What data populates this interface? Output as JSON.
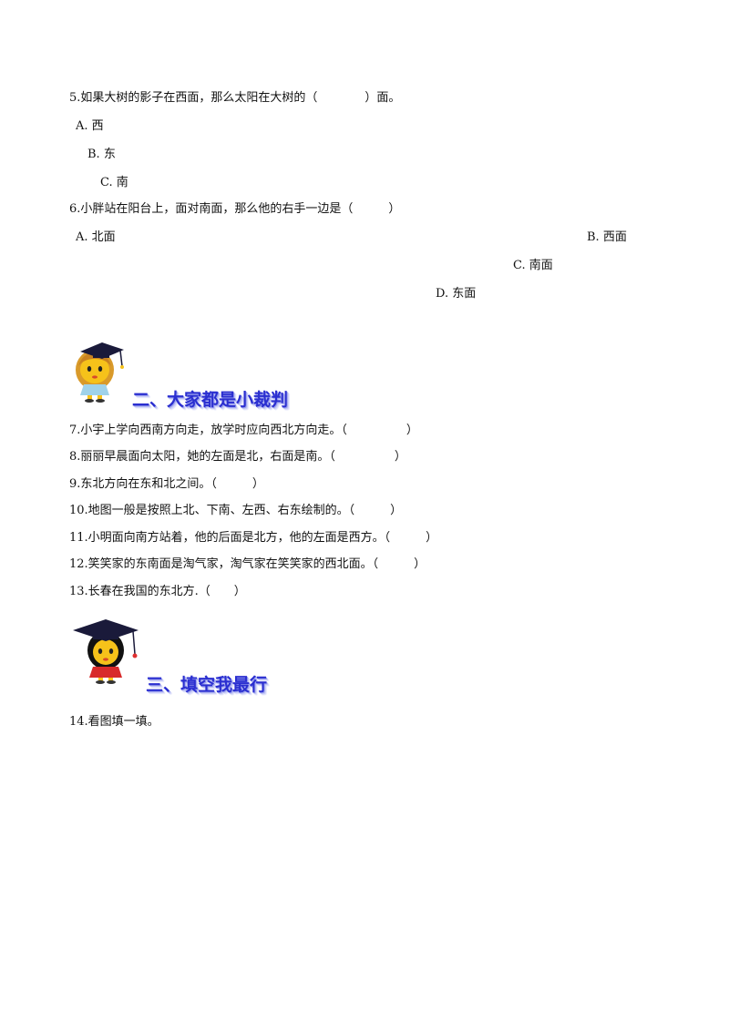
{
  "q5": {
    "stem": "5.如果大树的影子在西面，那么太阳在大树的（　　　　）面。",
    "options": [
      "A. 西",
      "B. 东",
      "C. 南"
    ]
  },
  "q6": {
    "stem": "6.小胖站在阳台上，面对南面，那么他的右手一边是（　　　）",
    "options": [
      "A. 北面",
      "B. 西面",
      "C. 南面",
      "D. 东面"
    ]
  },
  "section2": {
    "title": "二、大家都是小裁判",
    "mascot_icon": "girl-mascot-with-grad-cap-icon",
    "items": [
      "7.小宇上学向西南方向走，放学时应向西北方向走。（　　　　　）",
      "8.丽丽早晨面向太阳，她的左面是北，右面是南。（　　　　　）",
      "9.东北方向在东和北之间。（　　　）",
      "10.地图一般是按照上北、下南、左西、右东绘制的。（　　　）",
      "11.小明面向南方站着，他的后面是北方，他的左面是西方。（　　　）",
      "12.笑笑家的东南面是淘气家，淘气家在笑笑家的西北面。（　　　）",
      "13.长春在我国的东北方.（　　）"
    ]
  },
  "section3": {
    "title": "三、填空我最行",
    "mascot_icon": "girl-mascot-with-mortarboard-icon",
    "items": [
      "14.看图填一填。"
    ]
  },
  "colors": {
    "heading": "#2b2fd0",
    "mascot_face": "#f6c21a",
    "cap": "#1a1a3a"
  }
}
